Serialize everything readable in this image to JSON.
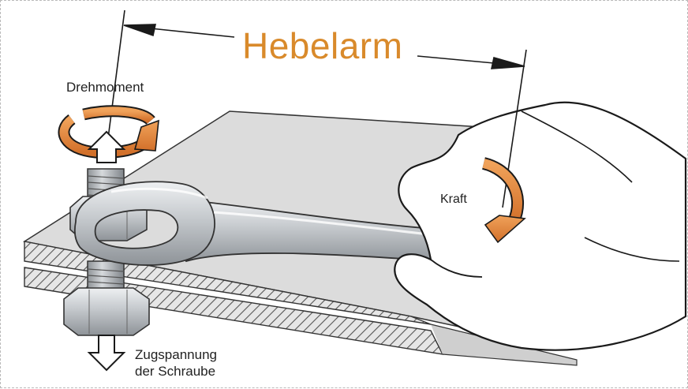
{
  "diagram": {
    "title": "Hebelarm",
    "labels": {
      "torque": "Drehmoment",
      "force": "Kraft",
      "tension_line1": "Zugspannung",
      "tension_line2": "der Schraube"
    },
    "colors": {
      "accent": "#d98a2b",
      "arrow_orange": "#e0883a",
      "metal": "#b8bcc1",
      "plate": "#dedede",
      "outline": "#222222"
    },
    "icons": [
      "torque-arrow-icon",
      "force-arrow-icon",
      "tension-arrow-icon",
      "upward-arrow-icon"
    ]
  }
}
